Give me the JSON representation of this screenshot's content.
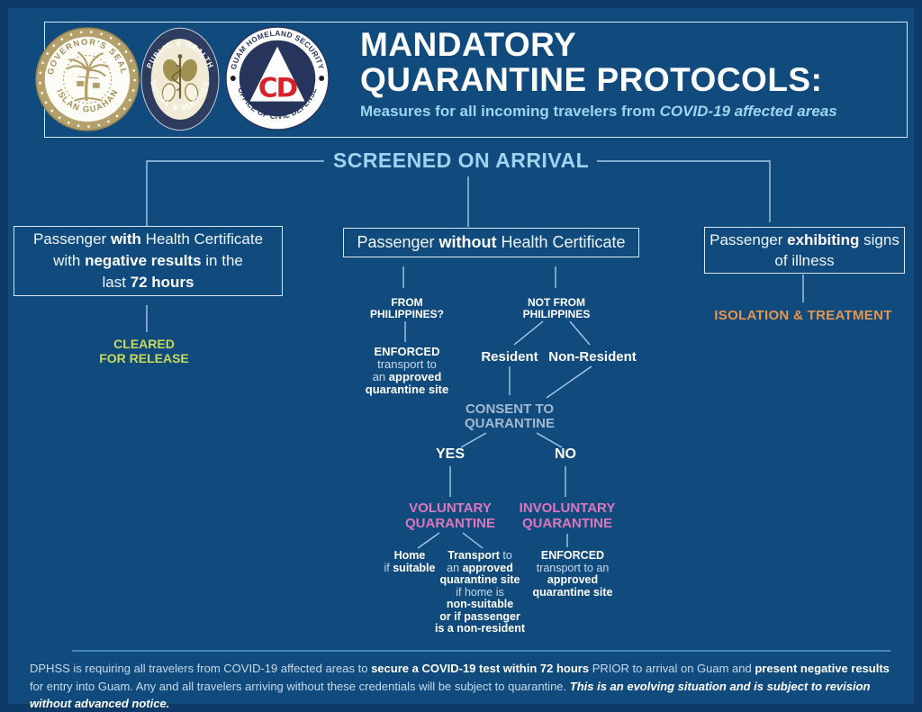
{
  "colors": {
    "background": "#114a7d",
    "frame": "#0d3a68",
    "light_blue_accent": "#9fd4f1",
    "connector_line": "#a5cbe8",
    "cleared_green": "#c9d95c",
    "isolation_orange": "#e8954d",
    "quarantine_pink": "#dd77bb",
    "consent_gray": "#a4b9cf",
    "cd_red": "#d8232a",
    "seal_gold": "#b3a06b"
  },
  "header": {
    "logos": {
      "governors_seal": {
        "top": "GOVERNOR'S SEAL",
        "bottom": "ISLAN GUAHAN"
      },
      "public_health": {
        "top": "PUBLIC ★ HEALTH",
        "bottom": "SOCIAL ★ SERVICES"
      },
      "civil_defense": {
        "top": "GUAM HOMELAND SECURITY",
        "bottom": "OFFICE OF CIVIL DEFENSE",
        "center": "CD"
      }
    },
    "title_line1": "MANDATORY",
    "title_line2": "QUARANTINE PROTOCOLS:",
    "subtitle": [
      {
        "t": "Measures for all incoming travelers from "
      },
      {
        "t": "COVID-19 affected areas",
        "b": true,
        "i": true
      }
    ]
  },
  "banner": {
    "label": "SCREENED ON ARRIVAL"
  },
  "flow": {
    "left_box": [
      {
        "t": "Passenger "
      },
      {
        "t": "with",
        "b": true
      },
      {
        "t": " Health Certificate"
      },
      {
        "br": true
      },
      {
        "t": "with "
      },
      {
        "t": "negative results",
        "b": true
      },
      {
        "t": " in the"
      },
      {
        "br": true
      },
      {
        "t": "last "
      },
      {
        "t": "72 hours",
        "b": true
      }
    ],
    "cleared": [
      {
        "t": "CLEARED"
      },
      {
        "br": true
      },
      {
        "t": "FOR RELEASE"
      }
    ],
    "middle_box": [
      {
        "t": "Passenger "
      },
      {
        "t": "without",
        "b": true
      },
      {
        "t": " Health Certificate"
      }
    ],
    "from_philippines": [
      {
        "t": "FROM"
      },
      {
        "br": true
      },
      {
        "t": "PHILIPPINES?"
      }
    ],
    "not_from_philippines": [
      {
        "t": "NOT FROM"
      },
      {
        "br": true
      },
      {
        "t": "PHILIPPINES"
      }
    ],
    "enforced_transport_left": [
      {
        "t": "ENFORCED",
        "b": true
      },
      {
        "br": true
      },
      {
        "t": "transport to"
      },
      {
        "br": true
      },
      {
        "t": "an "
      },
      {
        "t": "approved",
        "b": true
      },
      {
        "br": true
      },
      {
        "t": "quarantine site",
        "b": true
      }
    ],
    "resident": "Resident",
    "non_resident": "Non-Resident",
    "consent": [
      {
        "t": "CONSENT TO"
      },
      {
        "br": true
      },
      {
        "t": "QUARANTINE"
      }
    ],
    "yes": "YES",
    "no": "NO",
    "voluntary": [
      {
        "t": "VOLUNTARY"
      },
      {
        "br": true
      },
      {
        "t": "QUARANTINE"
      }
    ],
    "involuntary": [
      {
        "t": "INVOLUNTARY"
      },
      {
        "br": true
      },
      {
        "t": "QUARANTINE"
      }
    ],
    "home": [
      {
        "t": "Home",
        "b": true
      },
      {
        "br": true
      },
      {
        "t": "if "
      },
      {
        "t": "suitable",
        "b": true
      }
    ],
    "transport": [
      {
        "t": "Transport",
        "b": true
      },
      {
        "t": " to"
      },
      {
        "br": true
      },
      {
        "t": "an "
      },
      {
        "t": "approved",
        "b": true
      },
      {
        "br": true
      },
      {
        "t": "quarantine site",
        "b": true
      },
      {
        "br": true
      },
      {
        "t": "if home is"
      },
      {
        "br": true
      },
      {
        "t": "non-suitable",
        "b": true
      },
      {
        "br": true
      },
      {
        "t": "or if passenger",
        "b": true
      },
      {
        "br": true
      },
      {
        "t": "is a non-resident",
        "b": true
      }
    ],
    "enforced_transport_right": [
      {
        "t": "ENFORCED",
        "b": true
      },
      {
        "br": true
      },
      {
        "t": "transport to an"
      },
      {
        "br": true
      },
      {
        "t": "approved",
        "b": true
      },
      {
        "br": true
      },
      {
        "t": "quarantine site",
        "b": true
      }
    ],
    "right_box": [
      {
        "t": "Passenger "
      },
      {
        "t": "exhibiting",
        "b": true
      },
      {
        "t": " signs"
      },
      {
        "br": true
      },
      {
        "t": "of illness"
      }
    ],
    "isolation": "ISOLATION & TREATMENT"
  },
  "footer": [
    {
      "t": "DPHSS is requiring all travelers from COVID-19 affected areas to "
    },
    {
      "t": "secure a COVID-19 test within 72 hours",
      "b": true
    },
    {
      "t": " PRIOR to arrival on Guam and "
    },
    {
      "t": "present negative results",
      "b": true
    },
    {
      "t": " for entry into Guam. Any and all travelers arriving without these credentials will be subject to quarantine. "
    },
    {
      "t": "This is an evolving situation and is subject to revision without advanced notice.",
      "b": true,
      "i": true
    }
  ]
}
